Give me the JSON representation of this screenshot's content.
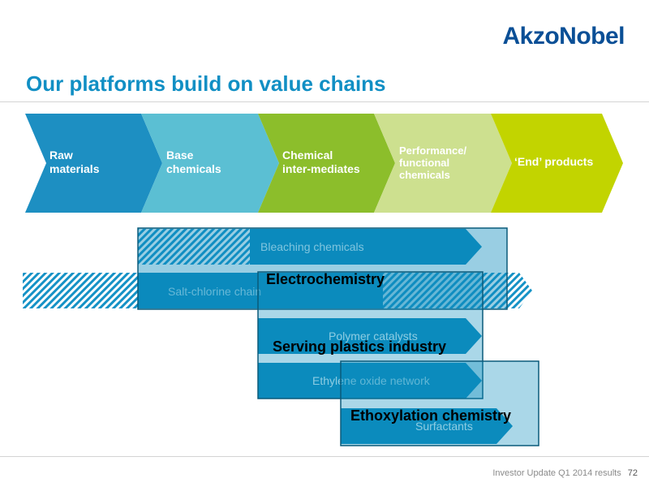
{
  "brand": {
    "logo": "AkzoNobel"
  },
  "title": "Our platforms build on value chains",
  "stages": [
    {
      "lines": [
        "Raw",
        "materials"
      ],
      "color": "#1d8fc2"
    },
    {
      "lines": [
        "Base",
        "chemicals"
      ],
      "color": "#5bbfd3"
    },
    {
      "lines": [
        "Chemical",
        "inter-mediates"
      ],
      "color": "#8cbe2b"
    },
    {
      "lines": [
        "Performance/",
        "functional",
        "chemicals"
      ],
      "color": "#cde08f"
    },
    {
      "lines": [
        "‘End’ products"
      ],
      "color": "#c2d400"
    }
  ],
  "chains": {
    "bleaching": "Bleaching chemicals",
    "salt_chlorine": "Salt-chlorine chain",
    "polymer": "Polymer catalysts",
    "ethylene": "Ethylene oxide network",
    "surfactants": "Surfactants"
  },
  "platforms": {
    "electrochemistry": "Electrochemistry",
    "plastics": "Serving plastics industry",
    "ethoxylation": "Ethoxylation chemistry"
  },
  "colors": {
    "title_blue": "#118fc4",
    "logo_blue": "#0a4f96",
    "chain_blue": "#0b8bbd",
    "platform_outline": "#0a5a7a",
    "hatch": "#1592c6"
  },
  "footer": {
    "text": "Investor Update Q1 2014 results",
    "page": "72"
  }
}
